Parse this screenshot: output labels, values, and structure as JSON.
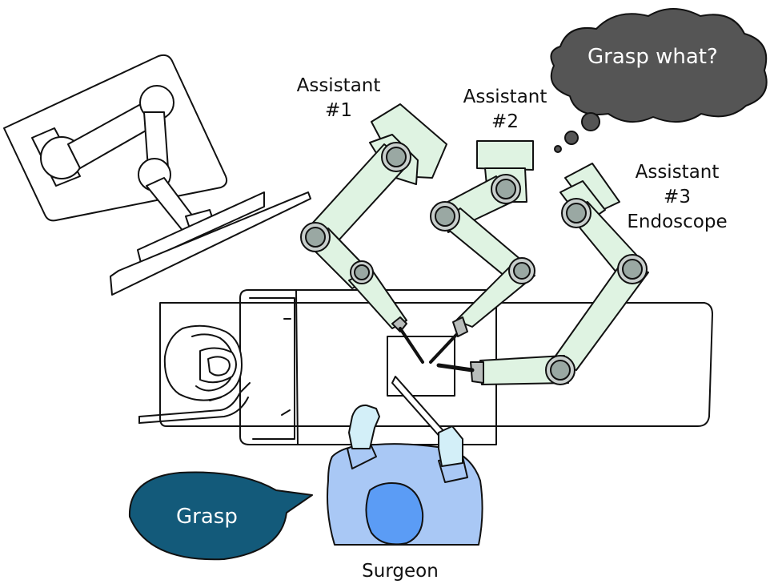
{
  "labels": {
    "assistant1": {
      "line1": "Assistant",
      "line2": "#1"
    },
    "assistant2": {
      "line1": "Assistant",
      "line2": "#2"
    },
    "assistant3": {
      "line1": "Assistant",
      "line2": "#3",
      "line3": "Endoscope"
    },
    "surgeon": "Surgeon"
  },
  "bubbles": {
    "speech": "Grasp",
    "thought": "Grasp what?"
  },
  "colors": {
    "arm_fill": "#dff3e2",
    "joint_fill": "#9aa8a3",
    "joint_ring": "#c9cfcd",
    "surgeon_gown": "#a9c8f5",
    "surgeon_head": "#5b9cf5",
    "gloves": "#d3eff8",
    "speech_bubble": "#135a7a",
    "thought_bubble": "#555555",
    "outline": "#111111"
  }
}
